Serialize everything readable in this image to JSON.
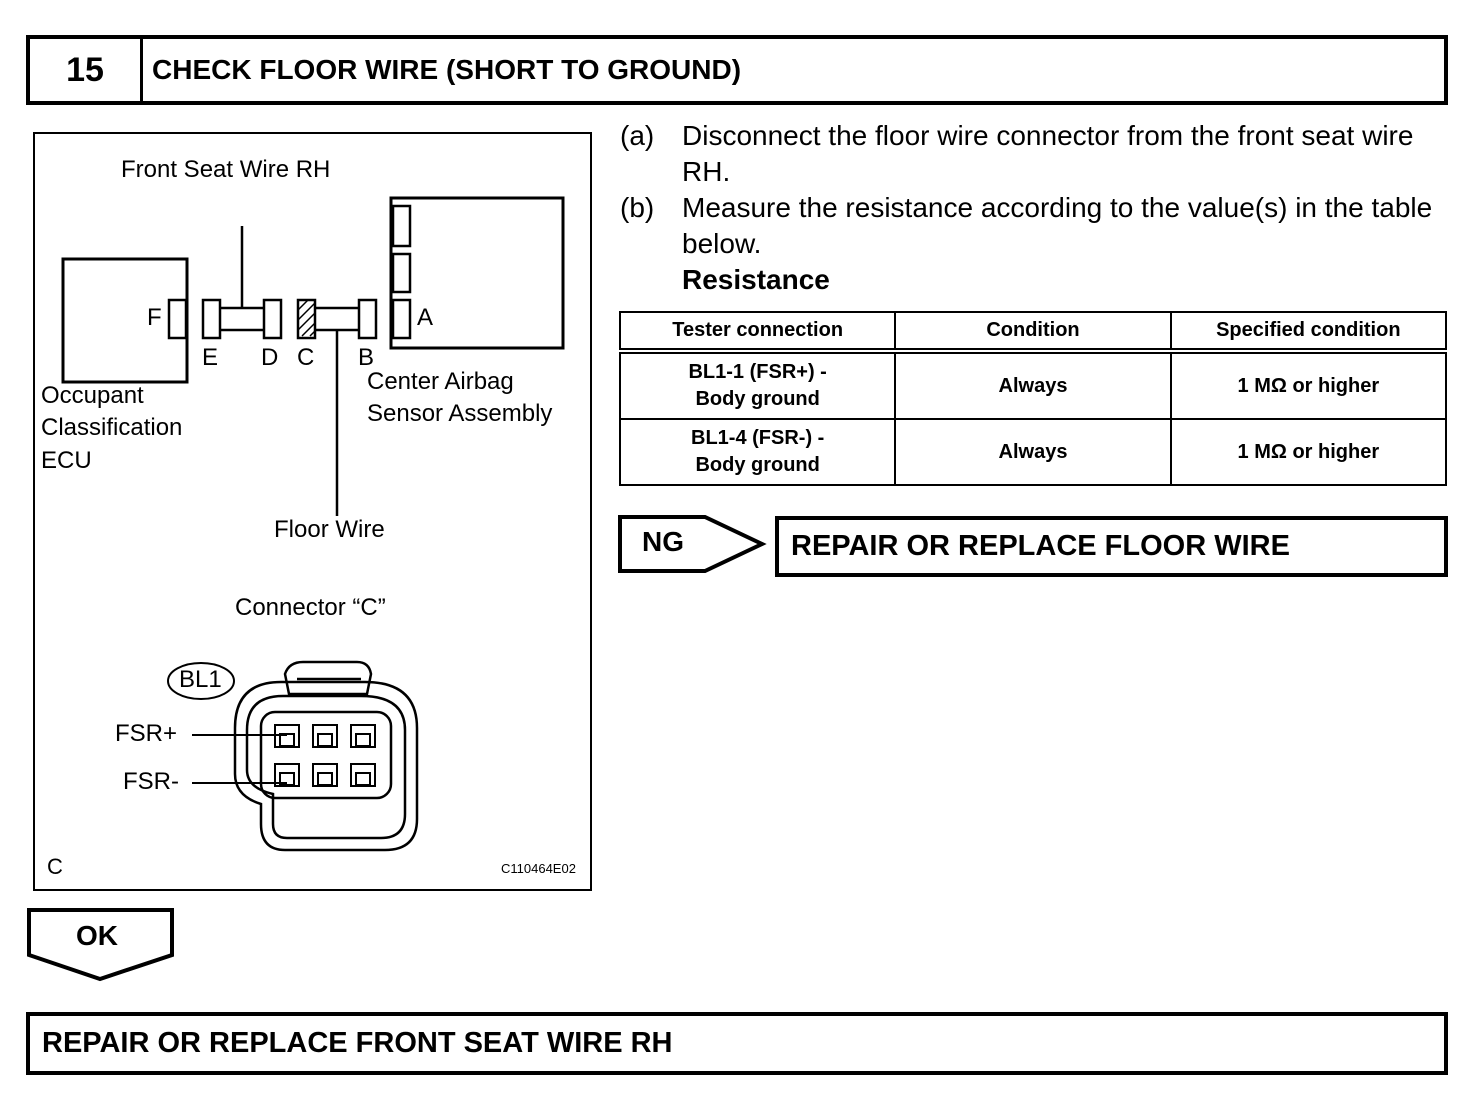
{
  "header": {
    "step_number": "15",
    "title": "CHECK FLOOR WIRE (SHORT TO GROUND)"
  },
  "diagram": {
    "front_seat_wire": "Front Seat Wire RH",
    "ecu_line1": "Occupant",
    "ecu_line2": "Classification",
    "ecu_line3": "ECU",
    "airbag_line1": "Center Airbag",
    "airbag_line2": "Sensor Assembly",
    "floor_wire": "Floor Wire",
    "connector_title": "Connector “C”",
    "connector_id": "BL1",
    "pin_fsr_plus": "FSR+",
    "pin_fsr_minus": "FSR-",
    "letters": {
      "a": "A",
      "b": "B",
      "c": "C",
      "d": "D",
      "e": "E",
      "f": "F"
    },
    "corner_letter": "C",
    "figure_code": "C110464E02"
  },
  "steps": [
    {
      "key": "(a)",
      "text": "Disconnect the floor wire connector from the front seat wire RH."
    },
    {
      "key": "(b)",
      "text": "Measure the resistance according to the value(s) in the table below."
    }
  ],
  "resistance_title": "Resistance",
  "table": {
    "headers": [
      "Tester connection",
      "Condition",
      "Specified condition"
    ],
    "rows": [
      {
        "connection_line1": "BL1-1 (FSR+) -",
        "connection_line2": "Body ground",
        "condition": "Always",
        "specified": "1 MΩ or higher"
      },
      {
        "connection_line1": "BL1-4 (FSR-) -",
        "connection_line2": "Body ground",
        "condition": "Always",
        "specified": "1 MΩ or higher"
      }
    ]
  },
  "ng": {
    "label": "NG",
    "action": "REPAIR OR REPLACE FLOOR WIRE"
  },
  "ok": {
    "label": "OK",
    "action": "REPAIR OR REPLACE FRONT SEAT WIRE RH"
  }
}
